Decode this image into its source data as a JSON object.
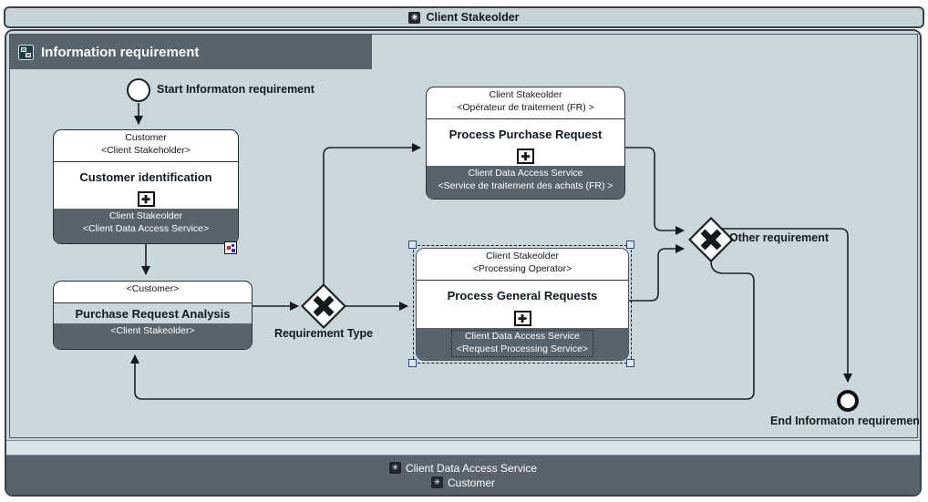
{
  "pool": {
    "title": "Client Stakeolder",
    "footer": {
      "line1": "Client Data Access Service",
      "line2": "Customer"
    }
  },
  "lane": {
    "title": "Information requirement"
  },
  "events": {
    "start": {
      "label": "Start Informaton requirement"
    },
    "end": {
      "label": "End Informaton requirement"
    }
  },
  "gateways": {
    "requirement_type": {
      "label": "Requirement Type"
    },
    "other_requirement": {
      "label": "Other requirement"
    }
  },
  "tasks": {
    "customer_identification": {
      "top1": "Customer",
      "top2": "<Client Stakeholder>",
      "name": "Customer identification",
      "bot1": "Client Stakeolder",
      "bot2": "<Client Data Access Service>"
    },
    "purchase_request_analysis": {
      "top1": "<Customer>",
      "name": "Purchase Request Analysis",
      "bot1": "<Client Stakeolder>"
    },
    "process_purchase_request": {
      "top1": "Client Stakeolder",
      "top2": "<Opérateur de traitement (FR) >",
      "name": "Process Purchase Request",
      "bot1": "Client Data Access Service",
      "bot2": "<Service de traitement des achats (FR) >"
    },
    "process_general_requests": {
      "top1": "Client Stakeolder",
      "top2": "<Processing Operator>",
      "name": "Process General Requests",
      "bot1": "Client Data Access Service",
      "bot2": "<Request Processing Service>"
    }
  },
  "glyphs": {
    "gear": "✳",
    "plus": "✚"
  },
  "colors": {
    "canvas": "#cad8dd",
    "band_dark": "#57636d",
    "border_dark": "#39434c",
    "selection_blue": "#2c4484",
    "marker_red": "#dd2222",
    "marker_blue": "#2233cc"
  }
}
